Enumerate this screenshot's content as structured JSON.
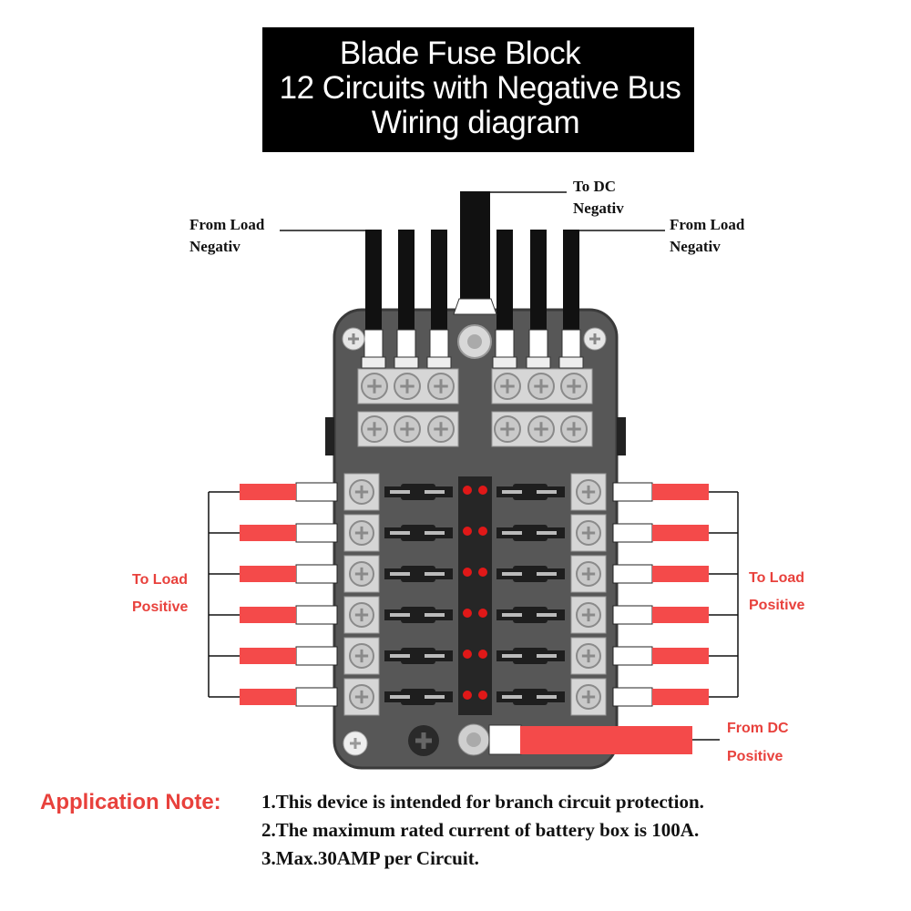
{
  "title": {
    "line1": "Blade Fuse Block",
    "line2": "12 Circuits with Negative Bus",
    "line3": "Wiring diagram"
  },
  "labels": {
    "to_dc_negative": [
      "To DC",
      "Negativ"
    ],
    "from_load_negative_left": [
      "From Load",
      "Negativ"
    ],
    "from_load_negative_right": [
      "From Load",
      "Negativ"
    ],
    "to_load_positive_left": [
      "To Load",
      "Positive"
    ],
    "to_load_positive_right": [
      "To Load",
      "Positive"
    ],
    "from_dc_positive": [
      "From DC",
      "Positive"
    ]
  },
  "colors": {
    "red_wire": "#f44a4a",
    "label_red": "#e8413c",
    "block_body": "#575757",
    "led": "#e01818"
  },
  "circuits_per_side": 6,
  "application_note": {
    "heading": "Application Note:",
    "items": [
      "1.This device is intended for branch circuit protection.",
      "2.The maximum rated current of battery box is 100A.",
      "3.Max.30AMP per Circuit."
    ]
  }
}
